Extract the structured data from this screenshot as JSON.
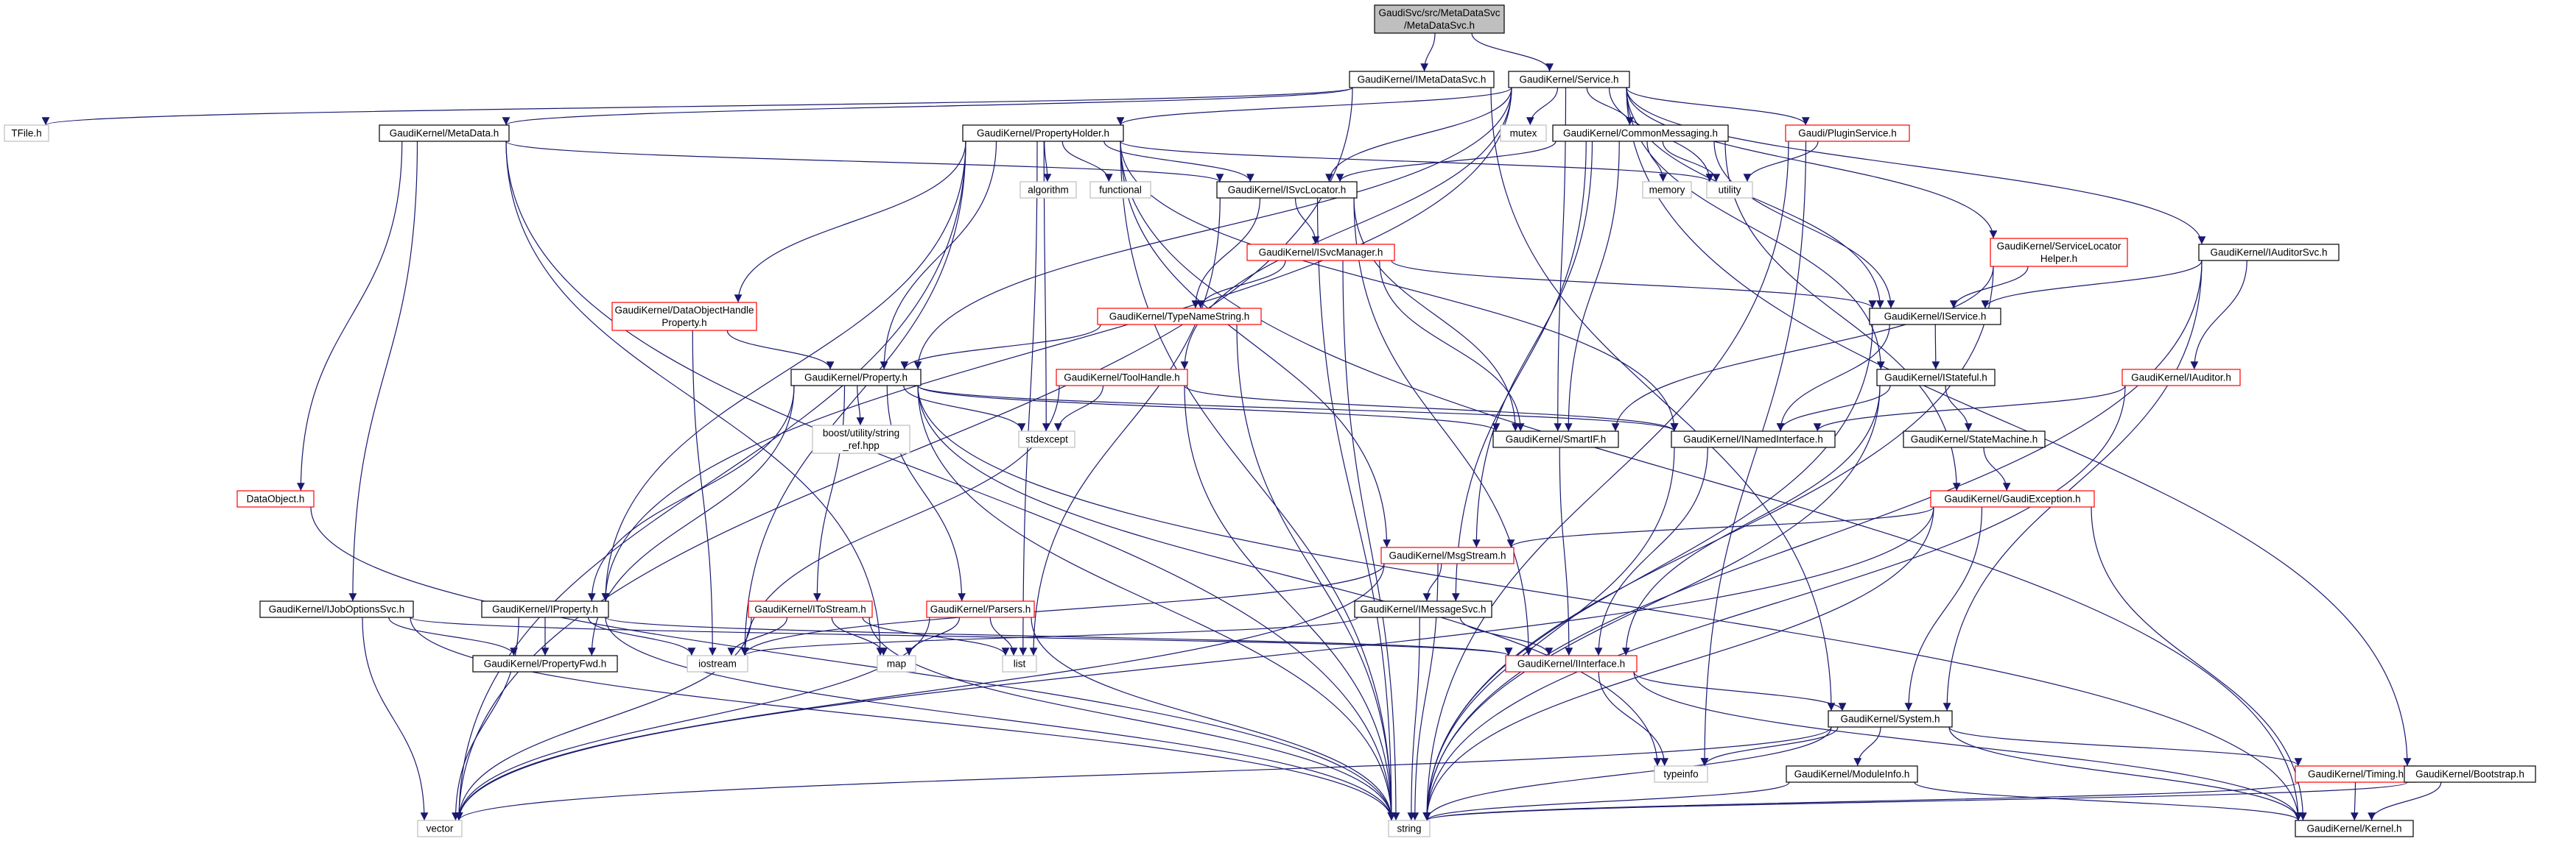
{
  "diagram": {
    "colors": {
      "root_fill": "#bfbfbf",
      "normal_border": "#000000",
      "red_border": "#ff0000",
      "external_border": "#bfbfbf",
      "edge": "#191970",
      "text": "#000000"
    },
    "nodes": [
      {
        "id": "root",
        "lines": [
          "GaudiSvc/src/MetaDataSvc",
          "/MetaDataSvc.h"
        ],
        "style": "root"
      },
      {
        "id": "imetadatasvc",
        "lines": [
          "GaudiKernel/IMetaDataSvc.h"
        ],
        "style": "normal"
      },
      {
        "id": "service",
        "lines": [
          "GaudiKernel/Service.h"
        ],
        "style": "normal"
      },
      {
        "id": "tfile",
        "lines": [
          "TFile.h"
        ],
        "style": "external"
      },
      {
        "id": "metadata",
        "lines": [
          "GaudiKernel/MetaData.h"
        ],
        "style": "normal"
      },
      {
        "id": "propertyholder",
        "lines": [
          "GaudiKernel/PropertyHolder.h"
        ],
        "style": "normal"
      },
      {
        "id": "mutex",
        "lines": [
          "mutex"
        ],
        "style": "external"
      },
      {
        "id": "commonmessaging",
        "lines": [
          "GaudiKernel/CommonMessaging.h"
        ],
        "style": "normal"
      },
      {
        "id": "pluginservice",
        "lines": [
          "Gaudi/PluginService.h"
        ],
        "style": "red"
      },
      {
        "id": "algorithm",
        "lines": [
          "algorithm"
        ],
        "style": "external"
      },
      {
        "id": "functional",
        "lines": [
          "functional"
        ],
        "style": "external"
      },
      {
        "id": "isvclocator",
        "lines": [
          "GaudiKernel/ISvcLocator.h"
        ],
        "style": "normal"
      },
      {
        "id": "memory",
        "lines": [
          "memory"
        ],
        "style": "external"
      },
      {
        "id": "utility",
        "lines": [
          "utility"
        ],
        "style": "external"
      },
      {
        "id": "isvcmanager",
        "lines": [
          "GaudiKernel/ISvcManager.h"
        ],
        "style": "red"
      },
      {
        "id": "servicelocatorhelper",
        "lines": [
          "GaudiKernel/ServiceLocator",
          "Helper.h"
        ],
        "style": "red"
      },
      {
        "id": "iauditorsvc",
        "lines": [
          "GaudiKernel/IAuditorSvc.h"
        ],
        "style": "normal"
      },
      {
        "id": "dataobjecthandleproperty",
        "lines": [
          "GaudiKernel/DataObjectHandle",
          "Property.h"
        ],
        "style": "red"
      },
      {
        "id": "typenamestring",
        "lines": [
          "GaudiKernel/TypeNameString.h"
        ],
        "style": "red"
      },
      {
        "id": "iservice",
        "lines": [
          "GaudiKernel/IService.h"
        ],
        "style": "normal"
      },
      {
        "id": "property",
        "lines": [
          "GaudiKernel/Property.h"
        ],
        "style": "normal"
      },
      {
        "id": "toolhandle",
        "lines": [
          "GaudiKernel/ToolHandle.h"
        ],
        "style": "red"
      },
      {
        "id": "istateful",
        "lines": [
          "GaudiKernel/IStateful.h"
        ],
        "style": "normal"
      },
      {
        "id": "iauditor",
        "lines": [
          "GaudiKernel/IAuditor.h"
        ],
        "style": "red"
      },
      {
        "id": "boostutility",
        "lines": [
          "boost/utility/string",
          "_ref.hpp"
        ],
        "style": "external"
      },
      {
        "id": "stdexcept",
        "lines": [
          "stdexcept"
        ],
        "style": "external"
      },
      {
        "id": "smartif",
        "lines": [
          "GaudiKernel/SmartIF.h"
        ],
        "style": "normal"
      },
      {
        "id": "inamedinterface",
        "lines": [
          "GaudiKernel/INamedInterface.h"
        ],
        "style": "normal"
      },
      {
        "id": "statemachine",
        "lines": [
          "GaudiKernel/StateMachine.h"
        ],
        "style": "normal"
      },
      {
        "id": "dataobject",
        "lines": [
          "DataObject.h"
        ],
        "style": "red"
      },
      {
        "id": "gaudiexception",
        "lines": [
          "GaudiKernel/GaudiException.h"
        ],
        "style": "red"
      },
      {
        "id": "msgstream",
        "lines": [
          "GaudiKernel/MsgStream.h"
        ],
        "style": "red"
      },
      {
        "id": "ijoboptionssvc",
        "lines": [
          "GaudiKernel/IJobOptionsSvc.h"
        ],
        "style": "normal"
      },
      {
        "id": "iproperty",
        "lines": [
          "GaudiKernel/IProperty.h"
        ],
        "style": "normal"
      },
      {
        "id": "itostream",
        "lines": [
          "GaudiKernel/IToStream.h"
        ],
        "style": "red"
      },
      {
        "id": "parsers",
        "lines": [
          "GaudiKernel/Parsers.h"
        ],
        "style": "red"
      },
      {
        "id": "imessagesvc",
        "lines": [
          "GaudiKernel/IMessageSvc.h"
        ],
        "style": "normal"
      },
      {
        "id": "iostream",
        "lines": [
          "iostream"
        ],
        "style": "external"
      },
      {
        "id": "map",
        "lines": [
          "map"
        ],
        "style": "external"
      },
      {
        "id": "list",
        "lines": [
          "list"
        ],
        "style": "external"
      },
      {
        "id": "propertyfwd",
        "lines": [
          "GaudiKernel/PropertyFwd.h"
        ],
        "style": "normal"
      },
      {
        "id": "iinterface",
        "lines": [
          "GaudiKernel/IInterface.h"
        ],
        "style": "red"
      },
      {
        "id": "system",
        "lines": [
          "GaudiKernel/System.h"
        ],
        "style": "normal"
      },
      {
        "id": "typeinfo",
        "lines": [
          "typeinfo"
        ],
        "style": "external"
      },
      {
        "id": "moduleinfo",
        "lines": [
          "GaudiKernel/ModuleInfo.h"
        ],
        "style": "normal"
      },
      {
        "id": "timing",
        "lines": [
          "GaudiKernel/Timing.h"
        ],
        "style": "red"
      },
      {
        "id": "bootstrap",
        "lines": [
          "GaudiKernel/Bootstrap.h"
        ],
        "style": "normal"
      },
      {
        "id": "vector",
        "lines": [
          "vector"
        ],
        "style": "external"
      },
      {
        "id": "string",
        "lines": [
          "string"
        ],
        "style": "external"
      },
      {
        "id": "kernel",
        "lines": [
          "GaudiKernel/Kernel.h"
        ],
        "style": "normal"
      }
    ],
    "edges": [
      [
        "root",
        "imetadatasvc"
      ],
      [
        "root",
        "service"
      ],
      [
        "imetadatasvc",
        "tfile"
      ],
      [
        "imetadatasvc",
        "metadata"
      ],
      [
        "imetadatasvc",
        "system"
      ],
      [
        "imetadatasvc",
        "vector"
      ],
      [
        "service",
        "propertyholder"
      ],
      [
        "service",
        "mutex"
      ],
      [
        "service",
        "commonmessaging"
      ],
      [
        "service",
        "pluginservice"
      ],
      [
        "service",
        "isvclocator"
      ],
      [
        "service",
        "iservice"
      ],
      [
        "service",
        "servicelocatorhelper"
      ],
      [
        "service",
        "iauditorsvc"
      ],
      [
        "service",
        "property"
      ],
      [
        "service",
        "istateful"
      ],
      [
        "service",
        "smartif"
      ],
      [
        "service",
        "toolhandle"
      ],
      [
        "service",
        "iproperty"
      ],
      [
        "service",
        "bootstrap"
      ],
      [
        "service",
        "utility"
      ],
      [
        "metadata",
        "isvclocator"
      ],
      [
        "metadata",
        "dataobject"
      ],
      [
        "metadata",
        "ijoboptionssvc"
      ],
      [
        "metadata",
        "map"
      ],
      [
        "metadata",
        "string"
      ],
      [
        "propertyholder",
        "algorithm"
      ],
      [
        "propertyholder",
        "functional"
      ],
      [
        "propertyholder",
        "isvclocator"
      ],
      [
        "propertyholder",
        "utility"
      ],
      [
        "propertyholder",
        "property"
      ],
      [
        "propertyholder",
        "dataobjecthandleproperty"
      ],
      [
        "propertyholder",
        "stdexcept"
      ],
      [
        "propertyholder",
        "inamedinterface"
      ],
      [
        "propertyholder",
        "msgstream"
      ],
      [
        "propertyholder",
        "iproperty"
      ],
      [
        "propertyholder",
        "iostream"
      ],
      [
        "propertyholder",
        "vector"
      ],
      [
        "propertyholder",
        "string"
      ],
      [
        "propertyholder",
        "list"
      ],
      [
        "propertyholder",
        "kernel"
      ],
      [
        "commonmessaging",
        "memory"
      ],
      [
        "commonmessaging",
        "utility"
      ],
      [
        "commonmessaging",
        "isvclocator"
      ],
      [
        "commonmessaging",
        "iservice"
      ],
      [
        "commonmessaging",
        "smartif"
      ],
      [
        "commonmessaging",
        "msgstream"
      ],
      [
        "commonmessaging",
        "imessagesvc"
      ],
      [
        "commonmessaging",
        "gaudiexception"
      ],
      [
        "pluginservice",
        "utility"
      ],
      [
        "pluginservice",
        "typeinfo"
      ],
      [
        "pluginservice",
        "string"
      ],
      [
        "isvclocator",
        "isvcmanager"
      ],
      [
        "isvclocator",
        "typenamestring"
      ],
      [
        "isvclocator",
        "smartif"
      ],
      [
        "isvclocator",
        "iinterface"
      ],
      [
        "isvclocator",
        "string"
      ],
      [
        "isvclocator",
        "list"
      ],
      [
        "isvcmanager",
        "typenamestring"
      ],
      [
        "isvcmanager",
        "iservice"
      ],
      [
        "isvcmanager",
        "smartif"
      ],
      [
        "isvcmanager",
        "string"
      ],
      [
        "servicelocatorhelper",
        "iservice"
      ],
      [
        "servicelocatorhelper",
        "smartif"
      ],
      [
        "servicelocatorhelper",
        "string"
      ],
      [
        "iauditorsvc",
        "iservice"
      ],
      [
        "iauditorsvc",
        "iauditor"
      ],
      [
        "iauditorsvc",
        "system"
      ],
      [
        "iauditorsvc",
        "string"
      ],
      [
        "dataobjecthandleproperty",
        "property"
      ],
      [
        "dataobjecthandleproperty",
        "iostream"
      ],
      [
        "typenamestring",
        "property"
      ],
      [
        "typenamestring",
        "string"
      ],
      [
        "iservice",
        "istateful"
      ],
      [
        "iservice",
        "inamedinterface"
      ],
      [
        "iservice",
        "string"
      ],
      [
        "property",
        "boostutility"
      ],
      [
        "property",
        "stdexcept"
      ],
      [
        "property",
        "smartif"
      ],
      [
        "property",
        "inamedinterface"
      ],
      [
        "property",
        "iproperty"
      ],
      [
        "property",
        "itostream"
      ],
      [
        "property",
        "parsers"
      ],
      [
        "property",
        "propertyfwd"
      ],
      [
        "property",
        "string"
      ],
      [
        "property",
        "typeinfo"
      ],
      [
        "property",
        "kernel"
      ],
      [
        "toolhandle",
        "stdexcept"
      ],
      [
        "toolhandle",
        "inamedinterface"
      ],
      [
        "toolhandle",
        "iostream"
      ],
      [
        "toolhandle",
        "string"
      ],
      [
        "istateful",
        "statemachine"
      ],
      [
        "istateful",
        "inamedinterface"
      ],
      [
        "istateful",
        "iinterface"
      ],
      [
        "istateful",
        "string"
      ],
      [
        "iauditor",
        "inamedinterface"
      ],
      [
        "iauditor",
        "string"
      ],
      [
        "smartif",
        "iinterface"
      ],
      [
        "inamedinterface",
        "iinterface"
      ],
      [
        "inamedinterface",
        "string"
      ],
      [
        "statemachine",
        "gaudiexception"
      ],
      [
        "dataobject",
        "string"
      ],
      [
        "gaudiexception",
        "msgstream"
      ],
      [
        "gaudiexception",
        "system"
      ],
      [
        "gaudiexception",
        "string"
      ],
      [
        "gaudiexception",
        "kernel"
      ],
      [
        "gaudiexception",
        "vector"
      ],
      [
        "msgstream",
        "imessagesvc"
      ],
      [
        "msgstream",
        "string"
      ],
      [
        "msgstream",
        "iostream"
      ],
      [
        "msgstream",
        "vector"
      ],
      [
        "ijoboptionssvc",
        "propertyfwd"
      ],
      [
        "ijoboptionssvc",
        "iinterface"
      ],
      [
        "ijoboptionssvc",
        "vector"
      ],
      [
        "ijoboptionssvc",
        "string"
      ],
      [
        "iproperty",
        "propertyfwd"
      ],
      [
        "iproperty",
        "iinterface"
      ],
      [
        "iproperty",
        "iostream"
      ],
      [
        "iproperty",
        "vector"
      ],
      [
        "iproperty",
        "string"
      ],
      [
        "itostream",
        "iostream"
      ],
      [
        "itostream",
        "map"
      ],
      [
        "itostream",
        "list"
      ],
      [
        "itostream",
        "string"
      ],
      [
        "itostream",
        "vector"
      ],
      [
        "parsers",
        "map"
      ],
      [
        "parsers",
        "list"
      ],
      [
        "parsers",
        "string"
      ],
      [
        "parsers",
        "vector"
      ],
      [
        "imessagesvc",
        "iinterface"
      ],
      [
        "imessagesvc",
        "iostream"
      ],
      [
        "imessagesvc",
        "string"
      ],
      [
        "iinterface",
        "system"
      ],
      [
        "iinterface",
        "typeinfo"
      ],
      [
        "iinterface",
        "kernel"
      ],
      [
        "system",
        "moduleinfo"
      ],
      [
        "system",
        "timing"
      ],
      [
        "system",
        "typeinfo"
      ],
      [
        "system",
        "string"
      ],
      [
        "system",
        "vector"
      ],
      [
        "system",
        "kernel"
      ],
      [
        "moduleinfo",
        "kernel"
      ],
      [
        "moduleinfo",
        "string"
      ],
      [
        "timing",
        "kernel"
      ],
      [
        "timing",
        "string"
      ],
      [
        "bootstrap",
        "kernel"
      ],
      [
        "bootstrap",
        "string"
      ]
    ]
  }
}
